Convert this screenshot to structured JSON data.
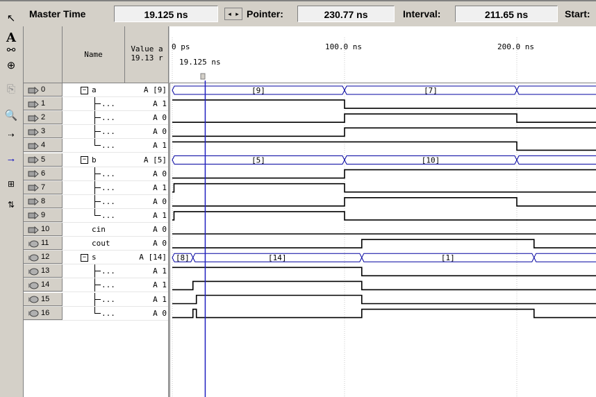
{
  "toolbar": {
    "master_time_label": "Master Time",
    "master_time_value": "19.125 ns",
    "pointer_label": "Pointer:",
    "pointer_value": "230.77 ns",
    "interval_label": "Interval:",
    "interval_value": "211.65 ns",
    "start_label": "Start:"
  },
  "table_header": {
    "name": "Name",
    "value_line1": "Value a",
    "value_line2": "19.13 r"
  },
  "timeline": {
    "ticks": [
      "0 ps",
      "100.0 ns",
      "200.0 ns"
    ],
    "master_time_flag": "19.125 ns"
  },
  "rows": [
    {
      "id": "0",
      "kind": "in",
      "name": "a",
      "group": true,
      "value": "A [9]"
    },
    {
      "id": "1",
      "kind": "in",
      "name": "...",
      "group": false,
      "value": "A 1"
    },
    {
      "id": "2",
      "kind": "in",
      "name": "...",
      "group": false,
      "value": "A 0"
    },
    {
      "id": "3",
      "kind": "in",
      "name": "...",
      "group": false,
      "value": "A 0"
    },
    {
      "id": "4",
      "kind": "in",
      "name": "...",
      "group": false,
      "last": true,
      "value": "A 1"
    },
    {
      "id": "5",
      "kind": "in",
      "name": "b",
      "group": true,
      "value": "A [5]"
    },
    {
      "id": "6",
      "kind": "in",
      "name": "...",
      "group": false,
      "value": "A 0"
    },
    {
      "id": "7",
      "kind": "in",
      "name": "...",
      "group": false,
      "value": "A 1"
    },
    {
      "id": "8",
      "kind": "in",
      "name": "...",
      "group": false,
      "value": "A 0"
    },
    {
      "id": "9",
      "kind": "in",
      "name": "...",
      "group": false,
      "last": true,
      "value": "A 1"
    },
    {
      "id": "10",
      "kind": "in",
      "name": "cin",
      "group": false,
      "plain": true,
      "value": "A 0"
    },
    {
      "id": "11",
      "kind": "out",
      "name": "cout",
      "group": false,
      "plain": true,
      "value": "A 0"
    },
    {
      "id": "12",
      "kind": "out",
      "name": "s",
      "group": true,
      "value": "A [14]"
    },
    {
      "id": "13",
      "kind": "out",
      "name": "...",
      "group": false,
      "value": "A 1"
    },
    {
      "id": "14",
      "kind": "out",
      "name": "...",
      "group": false,
      "value": "A 1"
    },
    {
      "id": "15",
      "kind": "out",
      "name": "...",
      "group": false,
      "value": "A 1"
    },
    {
      "id": "16",
      "kind": "out",
      "name": "...",
      "group": false,
      "last": true,
      "value": "A 0"
    }
  ],
  "bus_labels": {
    "a": [
      "[9]",
      "[7]"
    ],
    "b": [
      "[5]",
      "[10]"
    ],
    "s": [
      "[8]",
      "[14]",
      "[1]"
    ]
  },
  "colors": {
    "cursor": "#2020c0",
    "bus": "#0000a0",
    "wave": "#000000"
  }
}
